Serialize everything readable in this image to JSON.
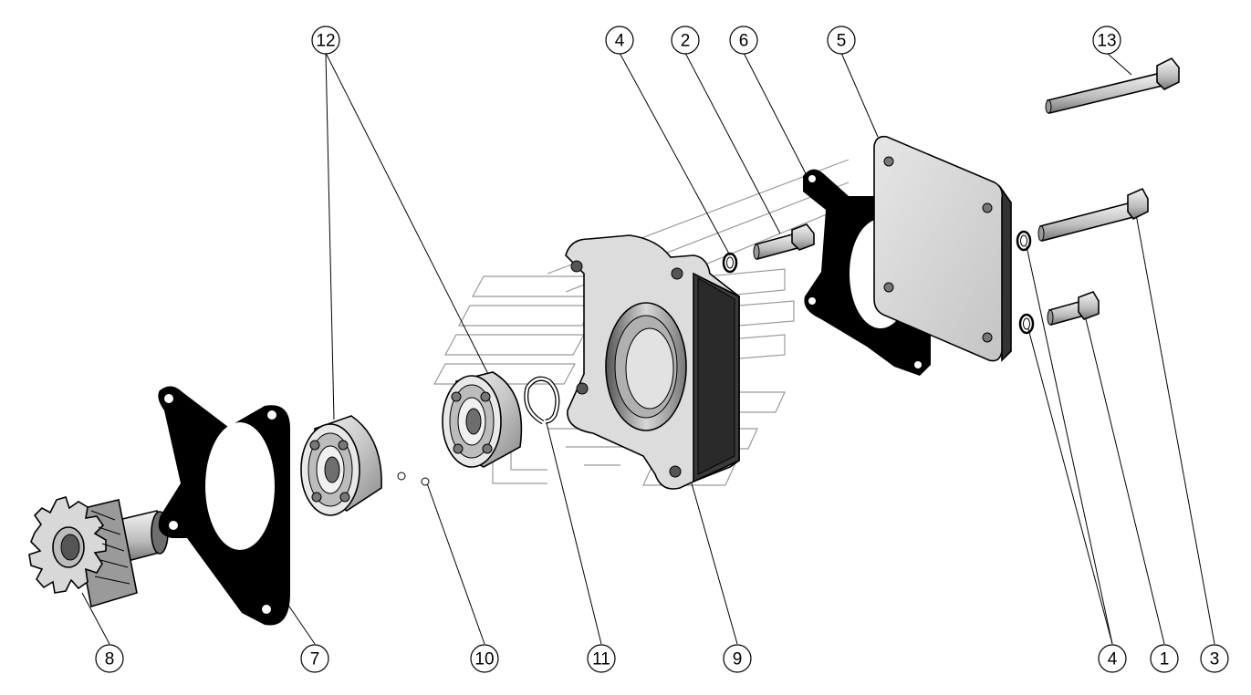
{
  "callouts": [
    {
      "id": "c12",
      "label": "12"
    },
    {
      "id": "c4-top",
      "label": "4"
    },
    {
      "id": "c2",
      "label": "2"
    },
    {
      "id": "c6",
      "label": "6"
    },
    {
      "id": "c5",
      "label": "5"
    },
    {
      "id": "c13",
      "label": "13"
    },
    {
      "id": "c8",
      "label": "8"
    },
    {
      "id": "c7",
      "label": "7"
    },
    {
      "id": "c10",
      "label": "10"
    },
    {
      "id": "c11",
      "label": "11"
    },
    {
      "id": "c9",
      "label": "9"
    },
    {
      "id": "c4-bottom",
      "label": "4"
    },
    {
      "id": "c1",
      "label": "1"
    },
    {
      "id": "c3",
      "label": "3"
    }
  ],
  "colors": {
    "line": "#000000",
    "gasket": "#000000",
    "metal_light": "#e4e4e4",
    "metal_mid": "#bdbdbd",
    "metal_dark": "#6e6e6e",
    "plate": "#d2d2d2",
    "watermark": "#9a9a9a"
  }
}
